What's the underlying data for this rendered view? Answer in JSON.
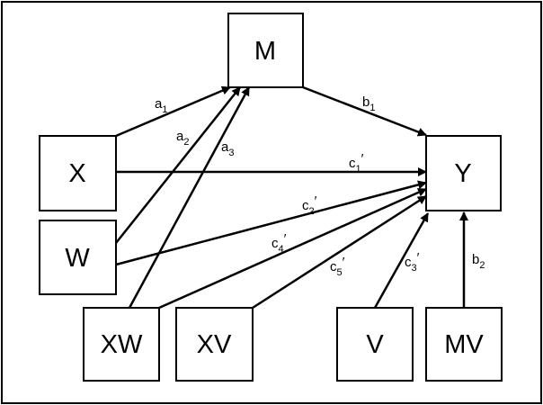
{
  "nodes": {
    "M": "M",
    "X": "X",
    "W": "W",
    "Y": "Y",
    "XW": "XW",
    "XV": "XV",
    "V": "V",
    "MV": "MV"
  },
  "paths": {
    "a1": {
      "letter": "a",
      "sub": "1",
      "prime": ""
    },
    "a2": {
      "letter": "a",
      "sub": "2",
      "prime": ""
    },
    "a3": {
      "letter": "a",
      "sub": "3",
      "prime": ""
    },
    "b1": {
      "letter": "b",
      "sub": "1",
      "prime": ""
    },
    "b2": {
      "letter": "b",
      "sub": "2",
      "prime": ""
    },
    "c1": {
      "letter": "c",
      "sub": "1",
      "prime": "′"
    },
    "c2": {
      "letter": "c",
      "sub": "2",
      "prime": "′"
    },
    "c3": {
      "letter": "c",
      "sub": "3",
      "prime": "′"
    },
    "c4": {
      "letter": "c",
      "sub": "4",
      "prime": "′"
    },
    "c5": {
      "letter": "c",
      "sub": "5",
      "prime": "′"
    }
  },
  "colors": {
    "stroke": "#000000",
    "background": "#ffffff"
  }
}
